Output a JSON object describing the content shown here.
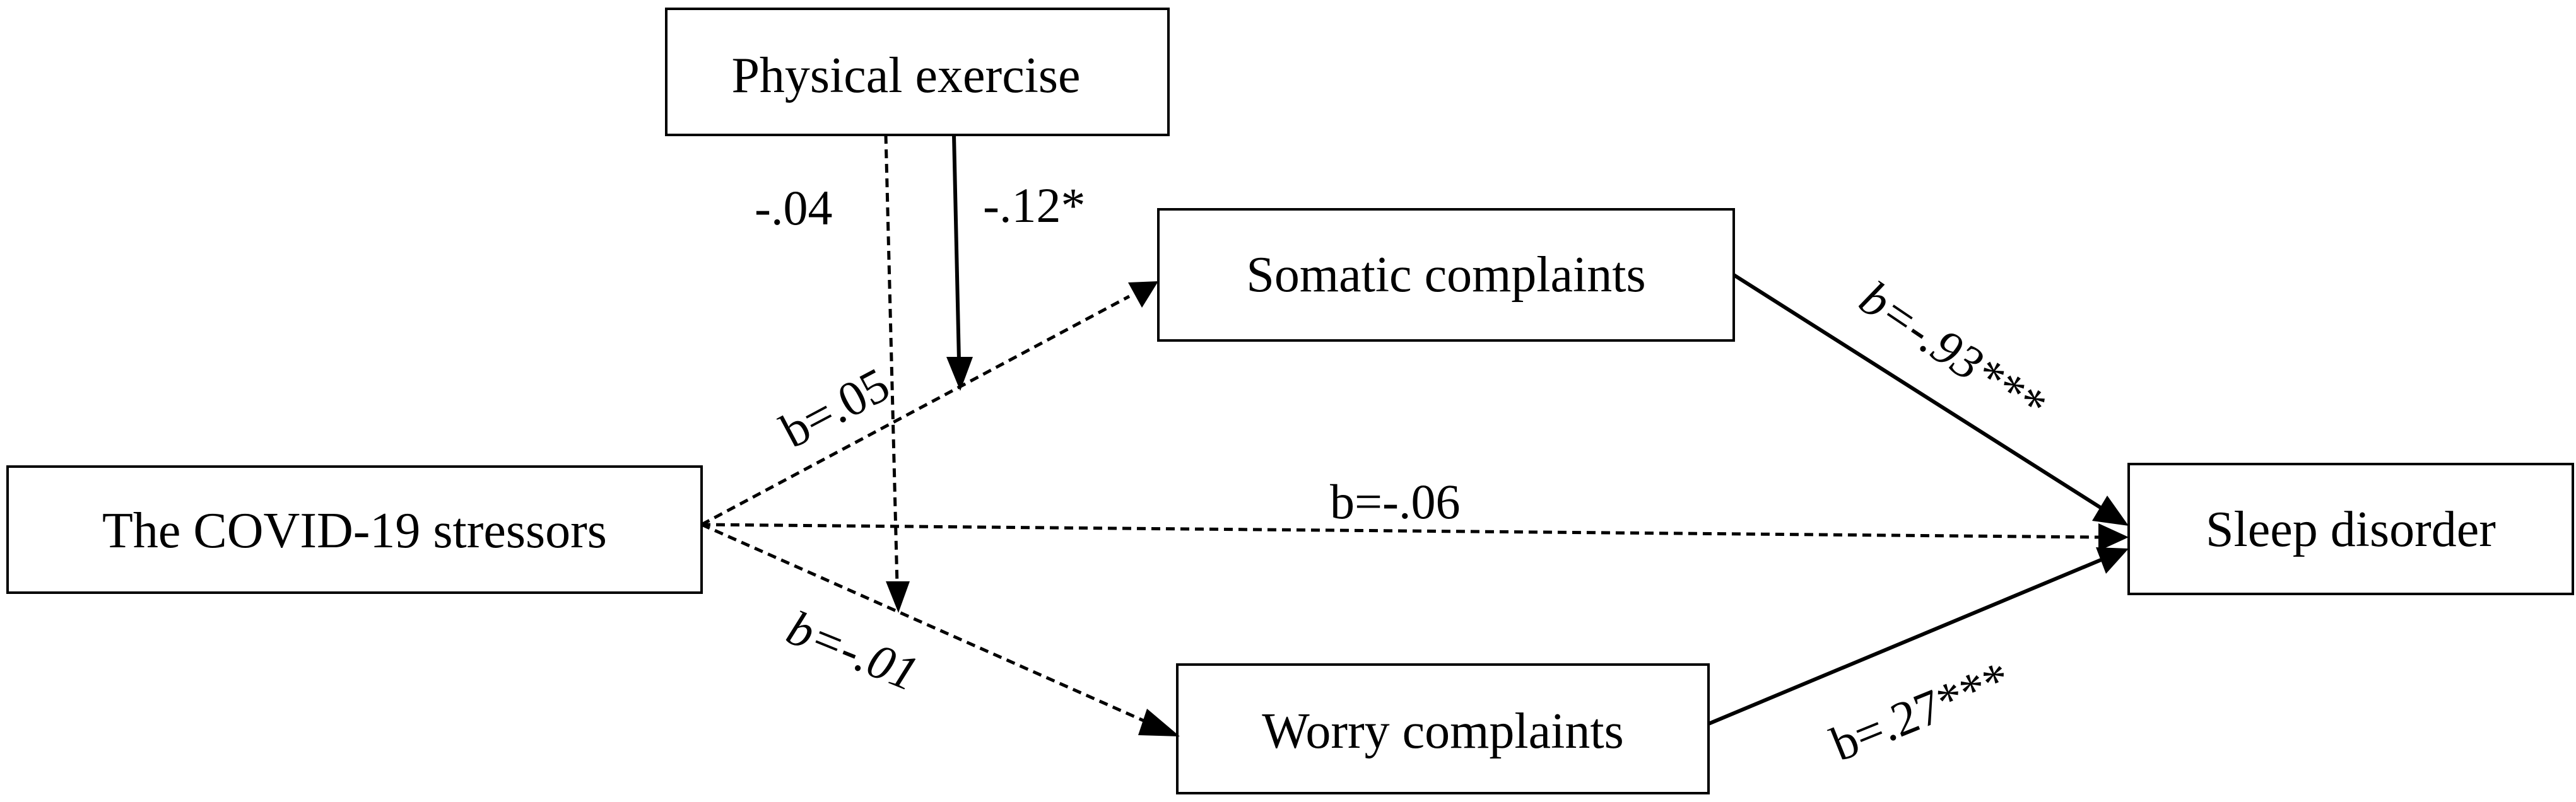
{
  "nodes": {
    "physical_exercise": "Physical exercise",
    "covid_stressors": "The COVID-19 stressors",
    "somatic_complaints": "Somatic complaints",
    "worry_complaints": "Worry complaints",
    "sleep_disorder": "Sleep disorder"
  },
  "coefficients": {
    "moderation_worry_path": "-.04",
    "moderation_somatic_path": "-.12*",
    "stressors_to_somatic": "b=.05",
    "stressors_to_worry": "b=-.01",
    "stressors_to_sleep": "b=-.06",
    "somatic_to_sleep": "b=-.93***",
    "worry_to_sleep": "b=.27***"
  }
}
